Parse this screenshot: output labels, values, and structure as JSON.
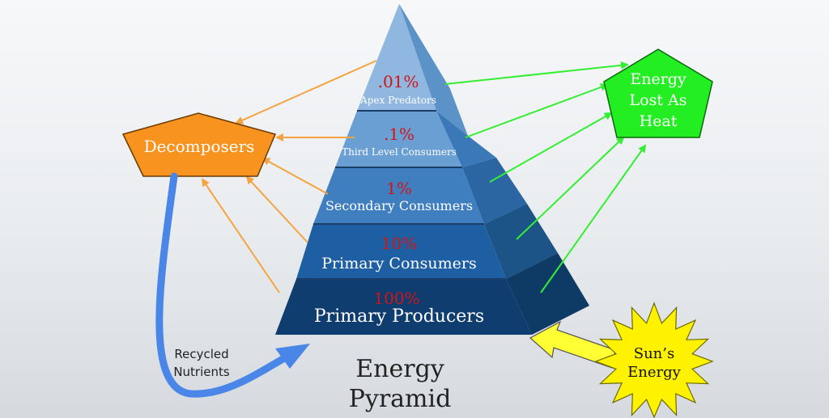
{
  "diagram": {
    "title_line1": "Energy",
    "title_line2": "Pyramid",
    "levels": [
      {
        "percent": ".01%",
        "name": "Apex Predators"
      },
      {
        "percent": ".1%",
        "name": "Third Level Consumers"
      },
      {
        "percent": "1%",
        "name": "Secondary Consumers"
      },
      {
        "percent": "10%",
        "name": "Primary Consumers"
      },
      {
        "percent": "100%",
        "name": "Primary Producers"
      }
    ],
    "decomposers": "Decomposers",
    "heat": {
      "line1": "Energy",
      "line2": "Lost As",
      "line3": "Heat"
    },
    "recycled": {
      "line1": "Recycled",
      "line2": "Nutrients"
    },
    "sun": {
      "line1": "Sun’s",
      "line2": "Energy"
    },
    "colors": {
      "decomposers": "#f7931e",
      "heat": "#22ee22",
      "sun": "#fff200",
      "orange_arrow": "#f5a340",
      "green_arrow": "#33ee33",
      "blue_arrow": "#4a86e8",
      "percent_text": "#d41414"
    }
  }
}
